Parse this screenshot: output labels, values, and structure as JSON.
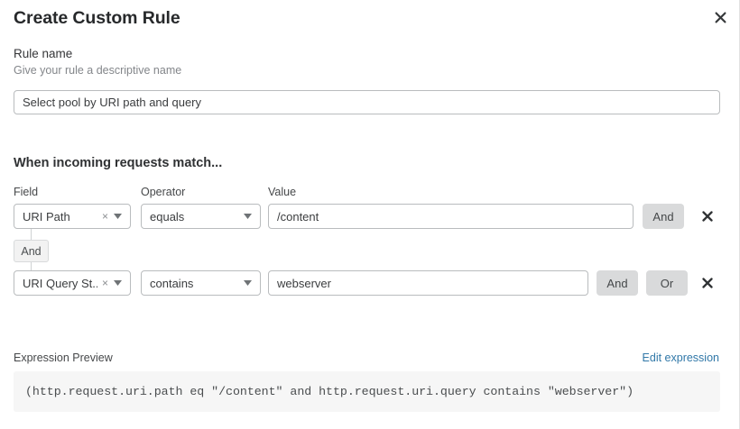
{
  "dialog": {
    "title": "Create Custom Rule",
    "close_icon": "close-icon"
  },
  "rule_name": {
    "label": "Rule name",
    "help": "Give your rule a descriptive name",
    "value": "Select pool by URI path and query",
    "placeholder": ""
  },
  "match_section": {
    "heading": "When incoming requests match...",
    "columns": {
      "field": "Field",
      "operator": "Operator",
      "value": "Value"
    },
    "group_logic_badge": "And",
    "rows": [
      {
        "field": "URI Path",
        "operator": "equals",
        "value": "/content",
        "clear_icon": "×",
        "buttons": [
          "And"
        ],
        "delete_icon": "close-icon"
      },
      {
        "field": "URI Query St...",
        "operator": "contains",
        "value": "webserver",
        "clear_icon": "×",
        "buttons": [
          "And",
          "Or"
        ],
        "delete_icon": "close-icon"
      }
    ]
  },
  "expression_preview": {
    "label": "Expression Preview",
    "edit_link": "Edit expression",
    "expression": "(http.request.uri.path eq \"/content\" and http.request.uri.query contains \"webserver\")"
  },
  "colors": {
    "link": "#3178a8",
    "logic_button_bg": "#d9dadb",
    "code_bg": "#f6f6f6",
    "border": "#b9bcbe"
  }
}
